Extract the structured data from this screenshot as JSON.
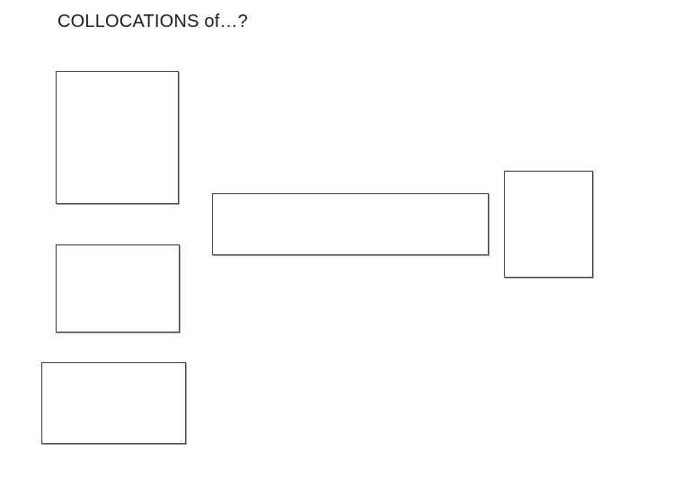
{
  "slide": {
    "title": "COLLOCATIONS of…?",
    "boxes": [
      {
        "name": "box-top-left",
        "label": ""
      },
      {
        "name": "box-middle-left",
        "label": ""
      },
      {
        "name": "box-bottom-left",
        "label": ""
      },
      {
        "name": "box-center-wide",
        "label": ""
      },
      {
        "name": "box-right",
        "label": ""
      }
    ]
  },
  "colors": {
    "background": "#ffffff",
    "box_border": "#3c3c3c",
    "title_text": "#1b1b1b"
  }
}
